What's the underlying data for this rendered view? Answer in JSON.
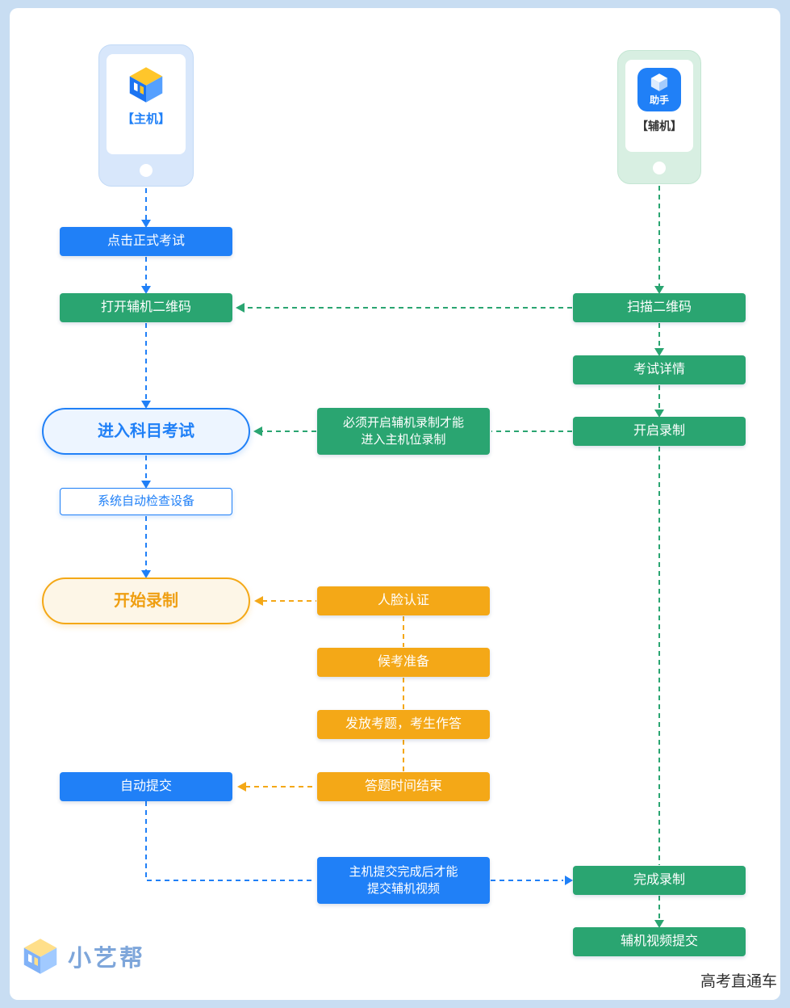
{
  "colors": {
    "blue": "#2080f7",
    "green": "#2aa571",
    "orange": "#f4a817",
    "background": "#c8ddf2"
  },
  "phones": {
    "main": {
      "label": "【主机】"
    },
    "aux": {
      "label": "【辅机】",
      "icon_text": "助手"
    }
  },
  "nodes": {
    "click_exam": "点击正式考试",
    "open_qr": "打开辅机二维码",
    "enter_subject": "进入科目考试",
    "auto_check": "系统自动检查设备",
    "start_record": "开始录制",
    "auto_submit": "自动提交",
    "aux_record_note": "必须开启辅机录制才能\n进入主机位录制",
    "face_auth": "人脸认证",
    "standby_prep": "候考准备",
    "distribute_questions": "发放考题，考生作答",
    "answer_time_end": "答题时间结束",
    "submit_note": "主机提交完成后才能\n提交辅机视频",
    "scan_qr": "扫描二维码",
    "exam_detail": "考试详情",
    "aux_start_record": "开启录制",
    "finish_record": "完成录制",
    "aux_video_submit": "辅机视频提交"
  },
  "footer": {
    "brand": "小艺帮",
    "watermark": "高考直通车"
  }
}
